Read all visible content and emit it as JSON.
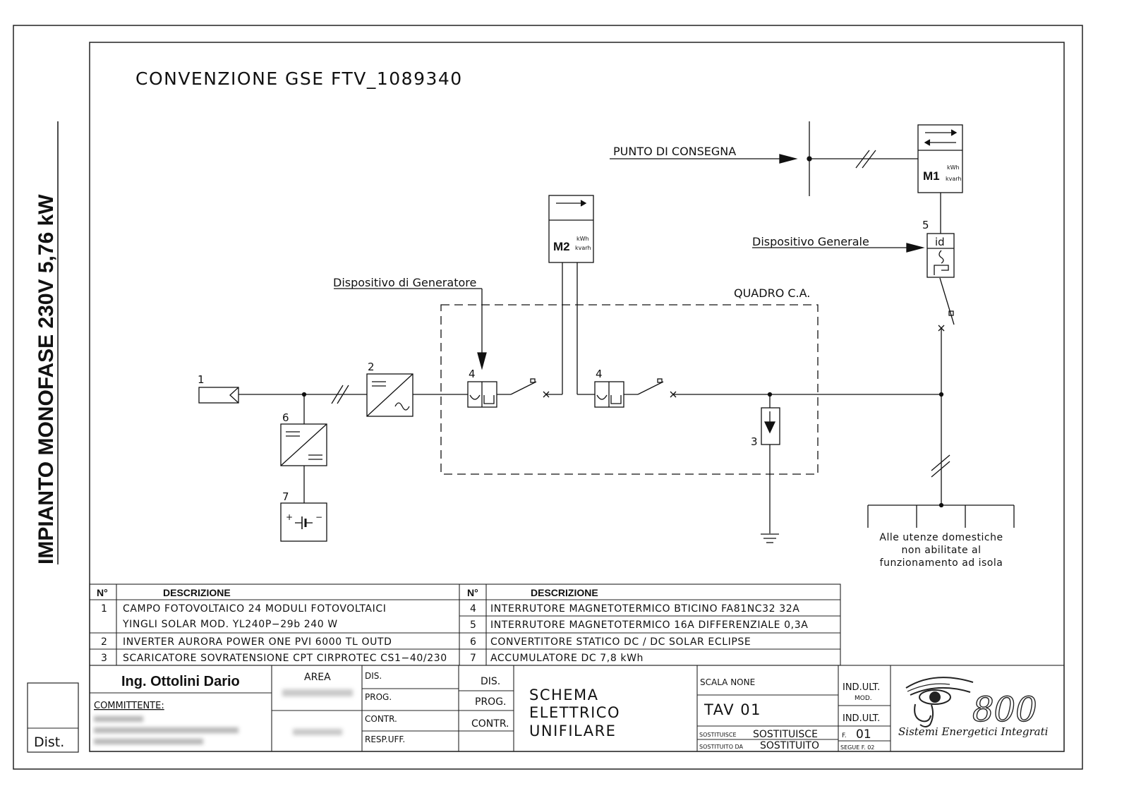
{
  "drawing": {
    "side_title": "IMPIANTO MONOFASE 230V  5,76 kW",
    "convention": "CONVENZIONE  GSE  FTV_1089340",
    "dist_label": "Dist."
  },
  "diagram": {
    "punto_consegna": "PUNTO DI CONSEGNA",
    "dispositivo_generale": "Dispositivo Generale",
    "dispositivo_generatore": "Dispositivo di Generatore",
    "quadro": "QUADRO C.A.",
    "meter_m1": "M1",
    "meter_m2": "M2",
    "meter_unit_kwh": "kWh",
    "meter_unit_kvarh": "kvarh",
    "id_label": "id",
    "utenze_line1": "Alle utenze domestiche",
    "utenze_line2": "non abilitate al",
    "utenze_line3": "funzionamento ad isola",
    "tags": {
      "t1": "1",
      "t2": "2",
      "t3": "3",
      "t4a": "4",
      "t4b": "4",
      "t5": "5",
      "t6": "6",
      "t7": "7",
      "plus": "+",
      "minus": "−"
    }
  },
  "legend": {
    "header_n": "N°",
    "header_desc": "DESCRIZIONE",
    "left": [
      {
        "n": "1",
        "line1": "CAMPO FOTOVOLTAICO 24 MODULI FOTOVOLTAICI",
        "line2": "YINGLI SOLAR MOD. YL240P−29b 240 W"
      },
      {
        "n": "2",
        "line1": "INVERTER AURORA POWER ONE PVI 6000 TL OUTD"
      },
      {
        "n": "3",
        "line1": "SCARICATORE SOVRATENSIONE CPT CIRPROTEC CS1−40/230"
      }
    ],
    "right": [
      {
        "n": "4",
        "line1": "INTERRUTORE MAGNETOTERMICO BTICINO FA81NC32 32A"
      },
      {
        "n": "5",
        "line1": "INTERRUTORE MAGNETOTERMICO 16A DIFFERENZIALE 0,3A"
      },
      {
        "n": "6",
        "line1": "CONVERTITORE STATICO DC / DC SOLAR ECLIPSE"
      },
      {
        "n": "7",
        "line1": "ACCUMULATORE DC 7,8 kWh"
      }
    ]
  },
  "titleblock": {
    "engineer": "Ing. Ottolini Dario",
    "committente": "COMMITTENTE:",
    "area": "AREA",
    "dis_left": "DIS.",
    "prog_left": "PROG.",
    "contr_left": "CONTR.",
    "resp": "RESP.UFF.",
    "dis_right": "DIS.",
    "prog_right": "PROG.",
    "contr_right": "CONTR.",
    "title1": "SCHEMA",
    "title2": "ELETTRICO",
    "title3": "UNIFILARE",
    "scala": "SCALA  NONE",
    "tav": "TAV  01",
    "sostituisce_label": "SOSTITUISCE",
    "sostituisce_val": "SOSTITUISCE",
    "sostituito_label": "SOSTITUITO DA",
    "sostituito_val": "SOSTITUITO",
    "ind_ult_mod": "IND.ULT.",
    "mod": "MOD.",
    "ind_ult2": "IND.ULT.",
    "f_label": "F.",
    "f_val": "01",
    "segue": "SEGUE F. 02",
    "logo_text": "800",
    "logo_sub": "Sistemi Energetici Integrati"
  }
}
